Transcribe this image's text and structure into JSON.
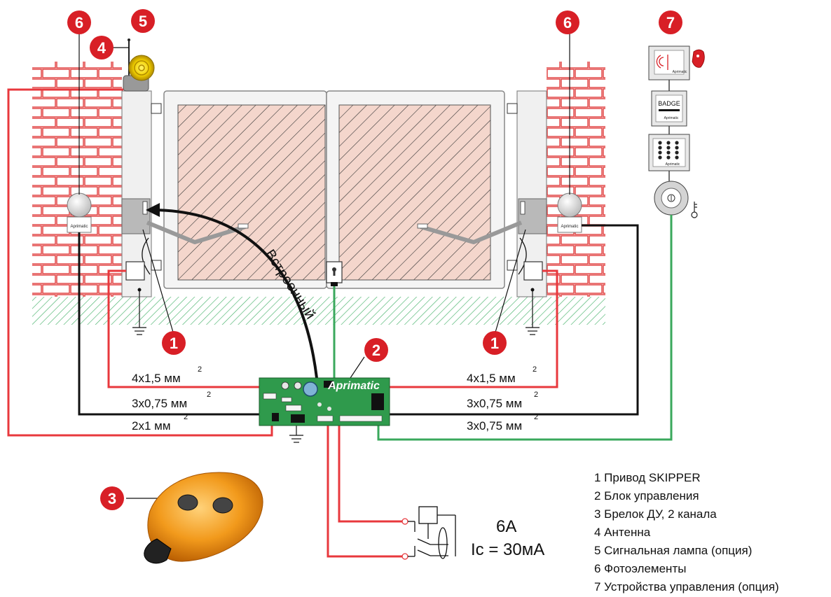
{
  "callouts": {
    "motor_left": "1",
    "motor_right": "1",
    "control_unit": "2",
    "remote": "3",
    "antenna": "4",
    "lamp": "5",
    "photocell_left": "6",
    "photocell_right": "6",
    "control_devices": "7"
  },
  "arrow_label": "Встроенный",
  "brand": "Aprimatic",
  "badge_reader_label": "BADGE",
  "cables": {
    "left_red_upper": {
      "text": "4x1,5 мм",
      "exp": "2"
    },
    "left_black": {
      "text": "3x0,75 мм",
      "exp": "2"
    },
    "left_red_lower": {
      "text": "2x1 мм",
      "exp": "2"
    },
    "right_red": {
      "text": "4x1,5 мм",
      "exp": "2"
    },
    "right_black": {
      "text": "3x0,75 мм",
      "exp": "2"
    },
    "right_green": {
      "text": "3x0,75 мм",
      "exp": "2"
    }
  },
  "breaker": {
    "current": "6A",
    "residual": "Ic = 30мА"
  },
  "legend": [
    "1 Привод  SKIPPER",
    "2 Блок управления",
    "3 Брелок ДУ, 2 канала",
    "4 Антенна",
    "5 Сигнальная лампа (опция)",
    "6 Фотоэлементы",
    "7 Устройства управления (опция)"
  ],
  "colors": {
    "callout": "#d81f26",
    "brick": "#e03a3a",
    "wire_red": "#e8383d",
    "wire_black": "#111111",
    "wire_green": "#3aa85c",
    "board": "#2f9a4c",
    "gate_fill": "#f4d6cc",
    "ground_hatch": "#49b36c"
  }
}
